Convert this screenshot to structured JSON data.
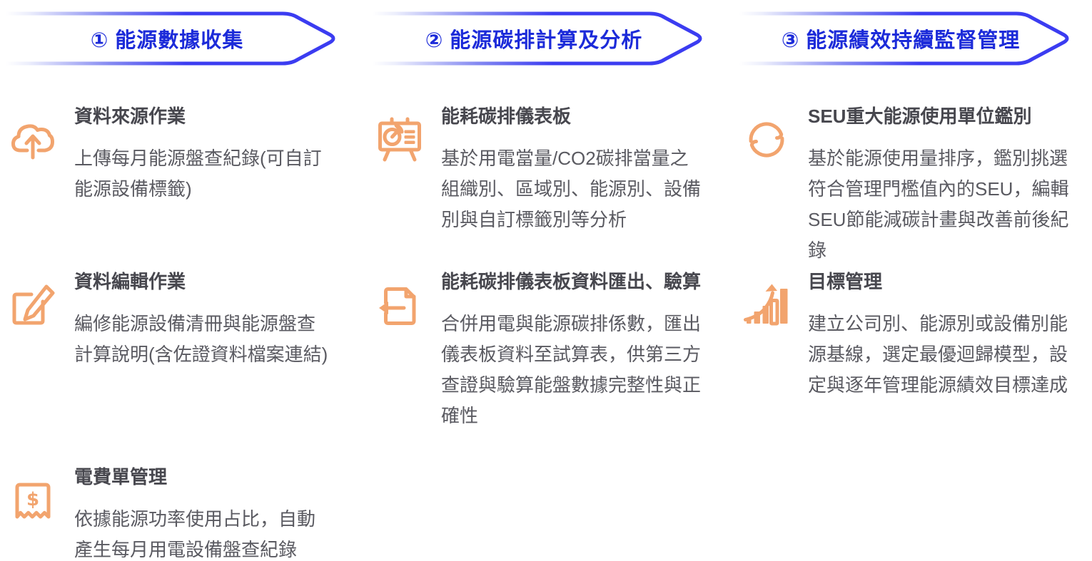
{
  "colors": {
    "banner-border": "#3b3cf1",
    "banner-text": "#1c2bd9",
    "title": "#47474e",
    "body": "#5a5a61",
    "icon": "#f2a46e",
    "bg": "#ffffff"
  },
  "columns": [
    {
      "header": {
        "label": "① 能源數據收集"
      },
      "items": [
        {
          "icon": "cloud-upload-icon",
          "title": "資料來源作業",
          "body_lines": [
            "上傳每月能源盤查紀錄(可自訂",
            "能源設備標籤)"
          ]
        },
        {
          "icon": "edit-pencil-icon",
          "title": "資料編輯作業",
          "body_lines": [
            "編修能源設備清冊與能源盤查",
            "計算說明(含佐證資料檔案連結)"
          ]
        },
        {
          "icon": "invoice-icon",
          "title": "電費單管理",
          "body_lines": [
            "依據能源功率使用占比，自動",
            "產生每月用電設備盤查紀錄"
          ]
        }
      ]
    },
    {
      "header": {
        "label": "② 能源碳排計算及分析"
      },
      "items": [
        {
          "icon": "dashboard-chart-icon",
          "title": "能耗碳排儀表板",
          "body_lines": [
            "基於用電當量/CO2碳排當量之",
            "組織別、區域別、能源別、設備",
            "別與自訂標籤別等分析"
          ]
        },
        {
          "icon": "export-document-icon",
          "title": "能耗碳排儀表板資料匯出、驗算",
          "body_lines": [
            "合併用電與能源碳排係數，匯出",
            "儀表板資料至試算表，供第三方",
            "查證與驗算能盤數據完整性與正",
            "確性"
          ]
        }
      ]
    },
    {
      "header": {
        "label": "③ 能源績效持續監督管理"
      },
      "items": [
        {
          "icon": "sync-circle-icon",
          "title": "SEU重大能源使用單位鑑別",
          "body_lines": [
            "基於能源使用量排序，鑑別挑選",
            "符合管理門檻值內的SEU，編輯",
            "SEU節能減碳計畫與改善前後紀錄"
          ]
        },
        {
          "icon": "growth-chart-icon",
          "title": "目標管理",
          "body_lines": [
            "建立公司別、能源別或設備別能",
            "源基線，選定最優迴歸模型，設",
            "定與逐年管理能源績效目標達成"
          ]
        }
      ]
    }
  ],
  "invoice_icon": {
    "dollar": "$"
  }
}
